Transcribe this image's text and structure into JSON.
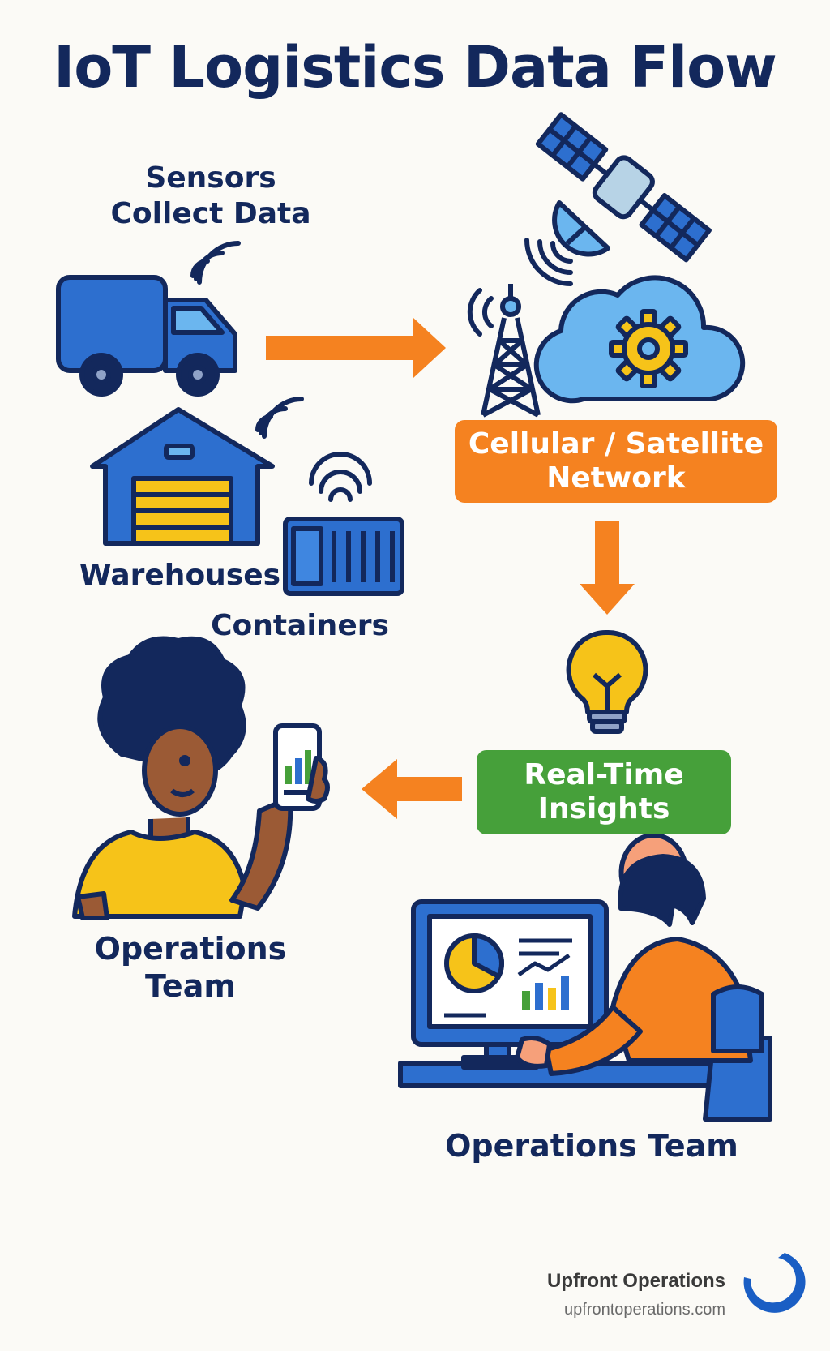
{
  "title": "IoT Logistics Data Flow",
  "labels": {
    "sensors": "Sensors\nCollect Data",
    "warehouses": "Warehouses",
    "containers": "Containers",
    "network": "Cellular / Satellite\nNetwork",
    "insights": "Real-Time\nInsights",
    "ops_left": "Operations\nTeam",
    "ops_right": "Operations Team"
  },
  "brand": {
    "name": "Upfront Operations",
    "url": "upfrontoperations.com"
  },
  "colors": {
    "navy": "#13285c",
    "orange": "#f58220",
    "green": "#46a03a",
    "blue": "#2d6fcf",
    "yellow": "#f6c319"
  },
  "icons": [
    "truck-icon",
    "warehouse-icon",
    "container-icon",
    "satellite-icon",
    "cell-tower-icon",
    "cloud-gear-icon",
    "lightbulb-icon",
    "person-with-phone-icon",
    "person-at-computer-icon",
    "brand-logo-icon"
  ]
}
